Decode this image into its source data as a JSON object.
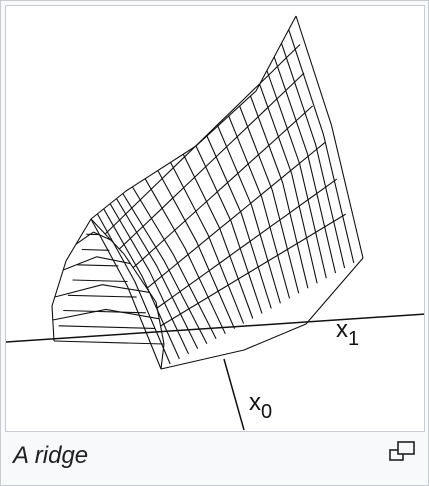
{
  "figure": {
    "caption": "A ridge",
    "axes": {
      "x0_label": "x",
      "x0_subscript": "0",
      "x1_label": "x",
      "x1_subscript": "1"
    },
    "icons": {
      "enlarge": "magnify-clip-icon"
    }
  }
}
